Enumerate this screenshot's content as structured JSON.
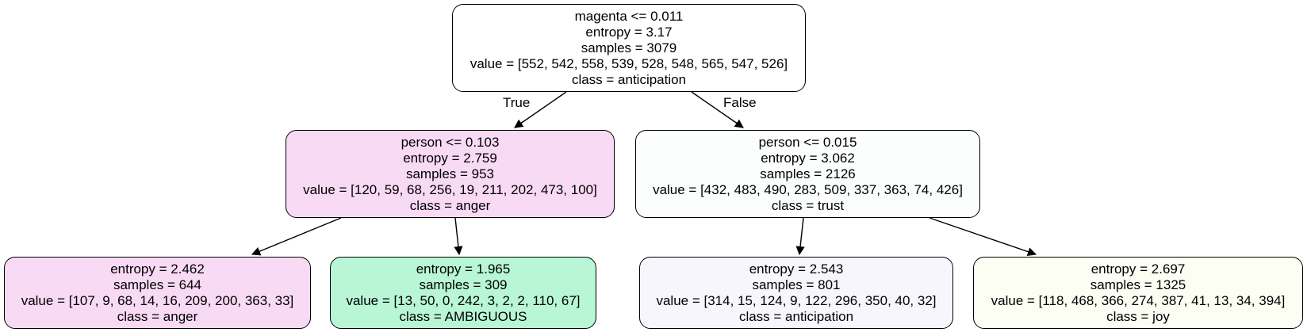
{
  "tree": {
    "nodes": {
      "root": {
        "lines": [
          "magenta <= 0.011",
          "entropy = 3.17",
          "samples = 3079",
          "value = [552, 542, 558, 539, 528, 548, 565, 547, 526]",
          "class = anticipation"
        ],
        "fill": "#ffffff"
      },
      "left": {
        "lines": [
          "person <= 0.103",
          "entropy = 2.759",
          "samples = 953",
          "value = [120, 59, 68, 256, 19, 211, 202, 473, 100]",
          "class = anger"
        ],
        "fill": "#f9daf5"
      },
      "right": {
        "lines": [
          "person <= 0.015",
          "entropy = 3.062",
          "samples = 2126",
          "value = [432, 483, 490, 283, 509, 337, 363, 74, 426]",
          "class = trust"
        ],
        "fill": "#fcfefe"
      },
      "left_left": {
        "lines": [
          "entropy = 2.462",
          "samples = 644",
          "value = [107, 9, 68, 14, 16, 209, 200, 363, 33]",
          "class = anger"
        ],
        "fill": "#f9daf5"
      },
      "left_right": {
        "lines": [
          "entropy = 1.965",
          "samples = 309",
          "value = [13, 50, 0, 242, 3, 2, 2, 110, 67]",
          "class = AMBIGUOUS"
        ],
        "fill": "#b8f6d6"
      },
      "right_left": {
        "lines": [
          "entropy = 2.543",
          "samples = 801",
          "value = [314, 15, 124, 9, 122, 296, 350, 40, 32]",
          "class = anticipation"
        ],
        "fill": "#f8f6fd"
      },
      "right_right": {
        "lines": [
          "entropy = 2.697",
          "samples = 1325",
          "value = [118, 468, 366, 274, 387, 41, 13, 34, 394]",
          "class = joy"
        ],
        "fill": "#fcfdf3"
      }
    },
    "edge_labels": {
      "true_label": "True",
      "false_label": "False"
    },
    "colors": {
      "border": "#000000",
      "edge": "#000000"
    }
  }
}
